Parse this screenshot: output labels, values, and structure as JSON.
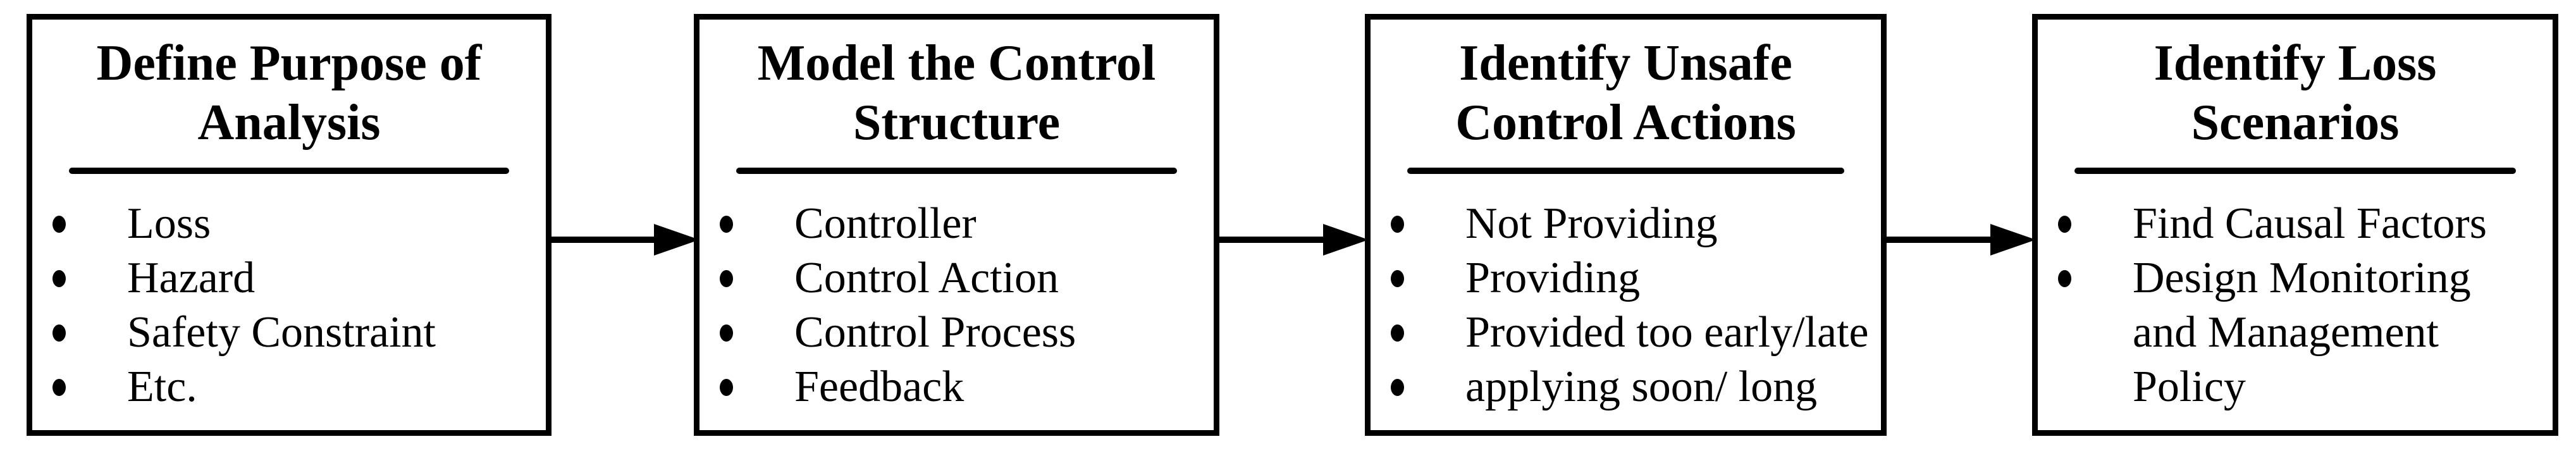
{
  "diagram": {
    "description": "Four-step process flow with arrows left to right",
    "colors": {
      "ink": "#000000",
      "paper": "#ffffff"
    },
    "steps": [
      {
        "title": "Define Purpose of Analysis",
        "items": [
          "Loss",
          "Hazard",
          "Safety Constraint",
          "Etc."
        ]
      },
      {
        "title": "Model the Control Structure",
        "items": [
          "Controller",
          "Control Action",
          "Control Process",
          "Feedback"
        ]
      },
      {
        "title": "Identify Unsafe Control Actions",
        "items": [
          "Not Providing",
          "Providing",
          "Provided too early/late",
          "applying soon/ long"
        ]
      },
      {
        "title": "Identify Loss Scenarios",
        "items": [
          "Find Causal Factors",
          "Design Monitoring and Management Policy"
        ]
      }
    ]
  }
}
